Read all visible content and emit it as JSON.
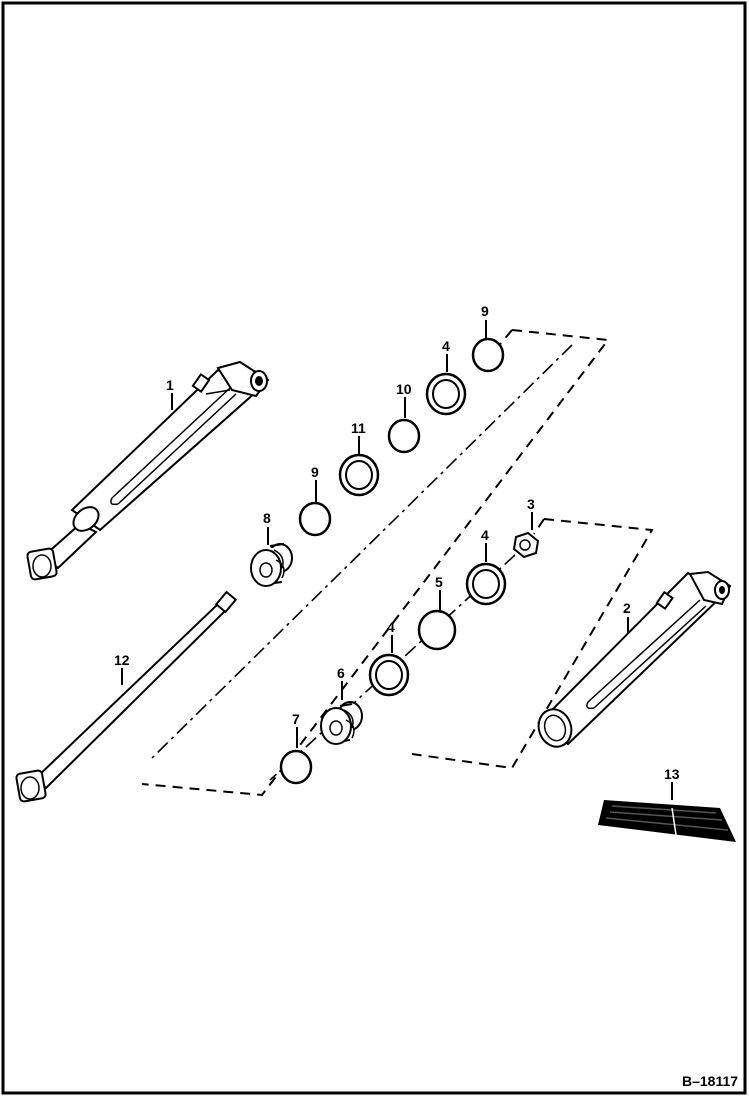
{
  "figure_id": "B–18117",
  "callouts": {
    "c1": "1",
    "c2": "2",
    "c3": "3",
    "c4a": "4",
    "c4b": "4",
    "c4c": "4",
    "c5": "5",
    "c6": "6",
    "c7": "7",
    "c8": "8",
    "c9a": "9",
    "c9b": "9",
    "c10": "10",
    "c11": "11",
    "c12": "12",
    "c13": "13"
  }
}
